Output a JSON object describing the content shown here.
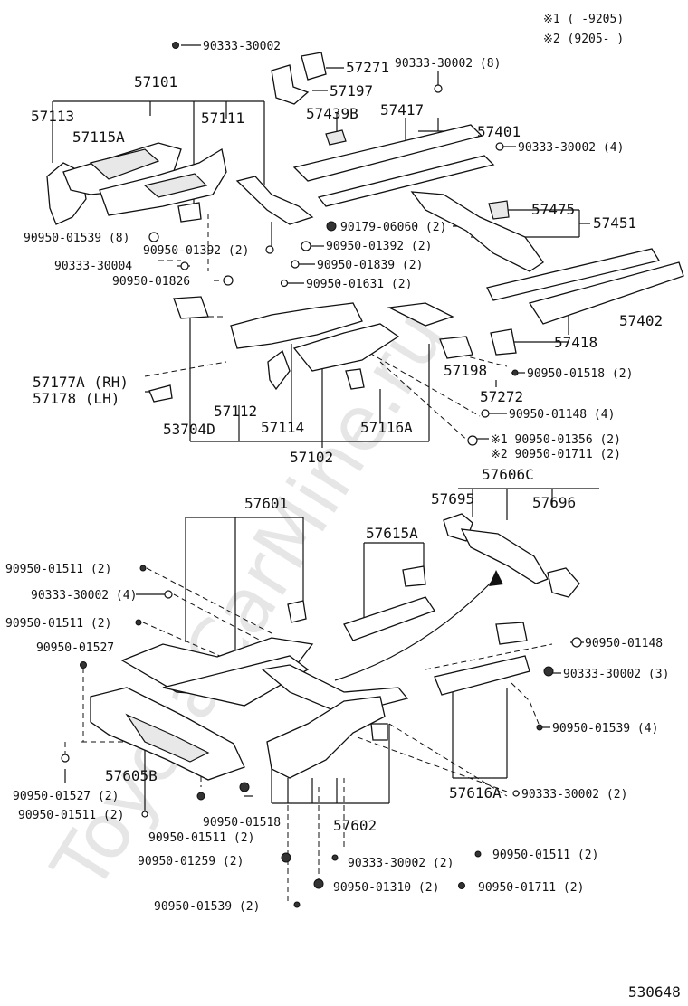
{
  "notes": {
    "note1": "※1 (    -9205)",
    "note2": "※2 (9205-    )"
  },
  "watermark": "ToyotaCarMine.ru",
  "diagram_number": "530648",
  "labels": {
    "l_90333_top": "90333-30002",
    "l_57271": "57271",
    "l_90333_8": "90333-30002 (8)",
    "l_57101": "57101",
    "l_57197": "57197",
    "l_57113": "57113",
    "l_57111": "57111",
    "l_57439b": "57439B",
    "l_57417": "57417",
    "l_57115a": "57115A",
    "l_57401": "57401",
    "l_90333_4a": "90333-30002 (4)",
    "l_57475": "57475",
    "l_57451": "57451",
    "l_90179": "90179-06060 (2)",
    "l_90950_01539_8": "90950-01539 (8)",
    "l_90950_01392_2a": "90950-01392 (2)",
    "l_90950_01392_2b": "90950-01392 (2)",
    "l_90333_30004": "90333-30004",
    "l_90950_01839": "90950-01839 (2)",
    "l_90950_01826": "90950-01826",
    "l_90950_01631": "90950-01631 (2)",
    "l_57402": "57402",
    "l_57418": "57418",
    "l_57198": "57198",
    "l_90950_01518_2": "90950-01518 (2)",
    "l_57177a": "57177A (RH)",
    "l_57178": "57178  (LH)",
    "l_57112": "57112",
    "l_57272": "57272",
    "l_90950_01148_4": "90950-01148 (4)",
    "l_53704d": "53704D",
    "l_57114": "57114",
    "l_57116a": "57116A",
    "l_01356": "※1 90950-01356 (2)",
    "l_01711a": "※2 90950-01711 (2)",
    "l_57102": "57102",
    "l_57606c": "57606C",
    "l_57601": "57601",
    "l_57695": "57695",
    "l_57696": "57696",
    "l_57615a": "57615A",
    "l_01511_a": "90950-01511 (2)",
    "l_90333_4b": "90333-30002 (4)",
    "l_01511_b": "90950-01511 (2)",
    "l_01527_a": "90950-01527",
    "l_01148_b": "90950-01148",
    "l_90333_3": "90333-30002 (3)",
    "l_01539_4": "90950-01539 (4)",
    "l_57605b": "57605B",
    "l_57616a": "57616A",
    "l_90333_2a": "90333-30002 (2)",
    "l_01527_2": "90950-01527 (2)",
    "l_01511_c": "90950-01511 (2)",
    "l_01518_b": "90950-01518",
    "l_57602": "57602",
    "l_01511_d": "90950-01511 (2)",
    "l_01259": "90950-01259 (2)",
    "l_90333_2b": "90333-30002 (2)",
    "l_01511_e": "90950-01511 (2)",
    "l_01310": "90950-01310 (2)",
    "l_01711_b": "90950-01711 (2)",
    "l_01539_2": "90950-01539 (2)"
  }
}
